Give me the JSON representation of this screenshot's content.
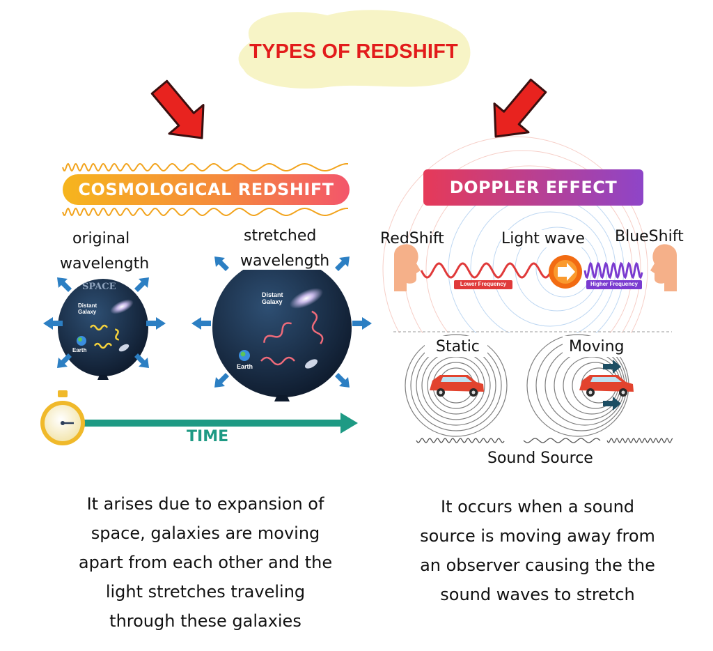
{
  "title": "TYPES OF REDSHIFT",
  "cosmological": {
    "banner": "COSMOLOGICAL REDSHIFT",
    "original_label_1": "original",
    "original_label_2": "wavelength",
    "stretched_label_1": "stretched",
    "stretched_label_2": "wavelength",
    "space_text": "SPACE",
    "distant_galaxy_1": "Distant",
    "distant_galaxy_2": "Galaxy",
    "earth": "Earth",
    "time": "TIME",
    "description": [
      "It arises due to expansion of",
      "space, galaxies are moving",
      "apart from each other and the",
      "light stretches traveling",
      "through these galaxies"
    ]
  },
  "doppler": {
    "banner": "DOPPLER EFFECT",
    "redshift": "RedShift",
    "light_wave": "Light wave",
    "blueshift": "BlueShift",
    "lower_frequency": "Lower Frequency",
    "higher_frequency": "Higher Frequency",
    "static": "Static",
    "moving": "Moving",
    "sound_source": "Sound Source",
    "description": [
      "It occurs when a sound",
      "source is moving away from",
      "an observer causing the the",
      "sound waves to stretch"
    ]
  },
  "colors": {
    "title_red": "#e21b1b",
    "arrow_red": "#e8231f",
    "blob_yellow": "#f7f4c6",
    "banner_orange_start": "#f6b51d",
    "banner_orange_end": "#f3566b",
    "banner_doppler_start": "#e63a58",
    "banner_doppler_end": "#8e45c8",
    "time_teal": "#1e9a84",
    "arrow_blue": "#2c7fc3"
  }
}
